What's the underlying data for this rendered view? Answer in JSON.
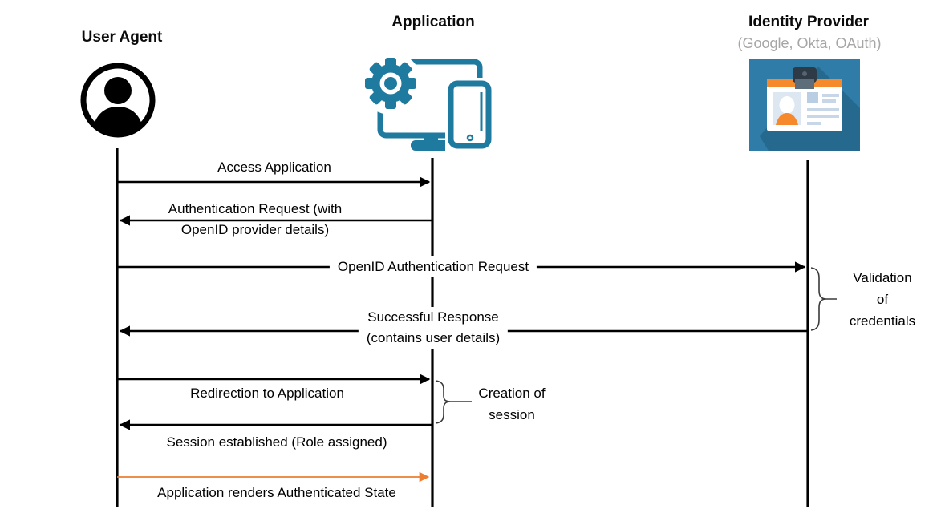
{
  "actors": [
    {
      "id": "user-agent",
      "label": "User Agent",
      "icon": "user-circle-icon"
    },
    {
      "id": "application",
      "label": "Application",
      "icon": "application-devices-icon"
    },
    {
      "id": "identity-provider",
      "label": "Identity Provider",
      "sublabel": "(Google, Okta, OAuth)",
      "icon": "id-card-icon"
    }
  ],
  "messages": [
    {
      "from": "user-agent",
      "to": "application",
      "direction": "right",
      "label": "Access Application",
      "color": "#000000"
    },
    {
      "from": "application",
      "to": "user-agent",
      "direction": "left",
      "label": "Authentication Request (with\nOpenID provider details)",
      "color": "#000000"
    },
    {
      "from": "user-agent",
      "to": "identity-provider",
      "direction": "right",
      "label": "OpenID Authentication Request",
      "color": "#000000"
    },
    {
      "from": "identity-provider",
      "to": "user-agent",
      "direction": "left",
      "label": "Successful Response\n(contains user details)",
      "color": "#000000"
    },
    {
      "from": "user-agent",
      "to": "application",
      "direction": "right",
      "label": "Redirection to Application",
      "color": "#000000"
    },
    {
      "from": "application",
      "to": "user-agent",
      "direction": "left",
      "label": "Session established (Role assigned)",
      "color": "#000000"
    },
    {
      "from": "user-agent",
      "to": "application",
      "direction": "right",
      "label": "Application renders Authenticated State",
      "color": "#ED7D31"
    }
  ],
  "annotations": [
    {
      "attached_to": "identity-provider",
      "label": "Validation\nof\ncredentials"
    },
    {
      "attached_to": "application",
      "label": "Creation of\nsession"
    }
  ],
  "colors": {
    "line_black": "#000000",
    "accent_orange": "#ED7D31",
    "accent_teal": "#1E7A9E",
    "subtitle_gray": "#A6A6A6",
    "idp_bg": "#2E7CA7",
    "idp_shadow": "#26698F",
    "idp_orange": "#F6892C",
    "brace_gray": "#3a3a3a"
  }
}
